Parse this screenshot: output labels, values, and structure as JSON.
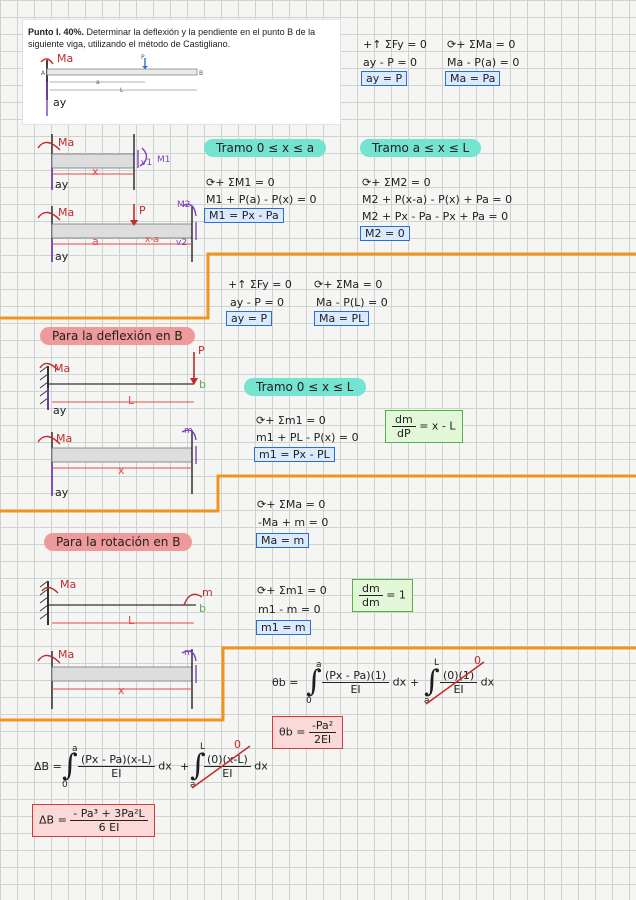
{
  "problem": {
    "label": "Punto I. 40%.",
    "text": " Determinar la deflexión y la pendiente en el punto B de la siguiente viga, utilizando el método de Castigliano.",
    "fig": {
      "P": "P",
      "A": "A",
      "B": "B",
      "a": "a",
      "L": "L"
    }
  },
  "top_sums": {
    "fy": "+↑ ΣFy = 0",
    "fy_eq": "ay - P = 0",
    "fy_res": "ay = P",
    "ma": "⟳+ ΣMa = 0",
    "ma_eq": "Ma - P(a) = 0",
    "ma_res": "Ma = Pa"
  },
  "labels": {
    "Ma": "Ma",
    "ay": "ay",
    "x": "x",
    "a": "a",
    "xa": "x-a",
    "P": "P",
    "v1": "v1",
    "M1": "M1",
    "v2": "v2",
    "M2": "M2",
    "b": "b",
    "L": "L",
    "m": "m",
    "m1": "m1"
  },
  "tramo1": {
    "title": "Tramo 0 ≤ x ≤ a",
    "sum": "⟳+ ΣM1 = 0",
    "eq": "M1 + P(a) - P(x) = 0",
    "res": "M1 = Px - Pa"
  },
  "tramo2": {
    "title": "Tramo a ≤ x ≤ L",
    "sum": "⟳+ ΣM2 = 0",
    "eq": "M2 + P(x-a) - P(x) + Pa = 0",
    "eq2": "M2 + Px - Pa - Px + Pa = 0",
    "res": "M2 = 0"
  },
  "defl": {
    "title": "Para la deflexión en B",
    "fy": "+↑ ΣFy = 0",
    "fy_eq": "ay - P = 0",
    "fy_res": "ay = P",
    "ma": "⟳+ ΣMa = 0",
    "ma_eq": "Ma - P(L) = 0",
    "ma_res": "Ma = PL",
    "tramo": "Tramo 0 ≤ x ≤ L",
    "sum": "⟳+ Σm1 = 0",
    "eq": "m1 + PL - P(x) = 0",
    "res": "m1 = Px - PL",
    "deriv_num": "dm",
    "deriv_den": "dP",
    "deriv_res": "= x - L"
  },
  "rot": {
    "title": "Para la rotación en B",
    "ma": "⟳+ ΣMa = 0",
    "ma_eq": "-Ma + m = 0",
    "ma_res": "Ma = m",
    "sum": "⟳+ Σm1 = 0",
    "eq": "m1 - m = 0",
    "res": "m1 = m",
    "deriv_num": "dm",
    "deriv_den": "dm",
    "deriv_res": "= 1"
  },
  "theta": {
    "lhs": "θb =",
    "int1_num": "(Px - Pa)(1)",
    "int1_den": "EI",
    "lim1_up": "a",
    "lim1_low": "0",
    "plus": "+",
    "int2_num": "(0)(1)",
    "int2_den": "EI",
    "lim2_up": "L",
    "lim2_low": "a",
    "dx": "dx",
    "zero": "0",
    "res_lhs": "θb =",
    "res_num": "-Pa²",
    "res_den": "2EI"
  },
  "delta": {
    "lhs": "ΔB =",
    "int1_num": "(Px - Pa)(x-L)",
    "int1_den": "EI",
    "lim1_up": "a",
    "lim1_low": "0",
    "plus": "+",
    "int2_num": "(0)(x-L)",
    "int2_den": "EI",
    "lim2_up": "L",
    "lim2_low": "a",
    "dx": "dx",
    "zero": "0",
    "res_lhs": "ΔB =",
    "res_num": "- Pa³ + 3Pa²L",
    "res_den": "6 EI"
  }
}
